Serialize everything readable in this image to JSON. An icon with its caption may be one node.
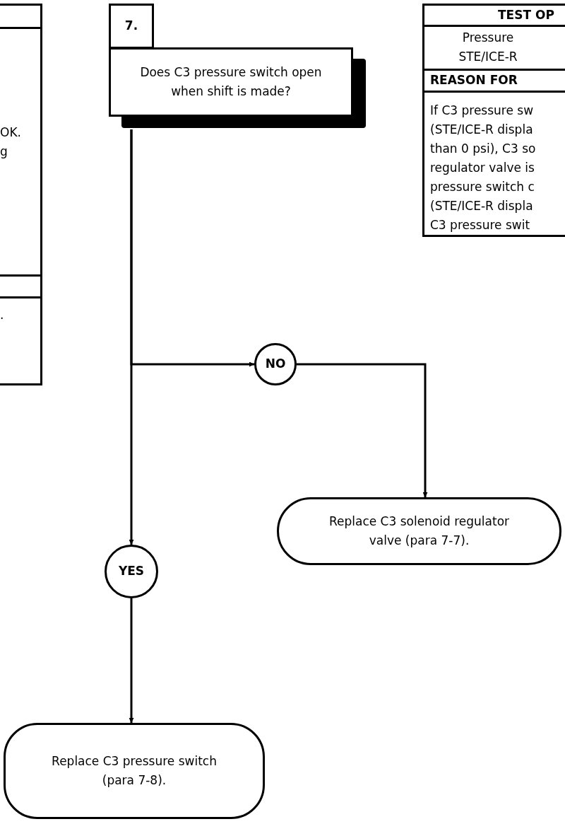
{
  "diagram": {
    "nodes": [
      {
        "text": [
          "OK. g",
          "."
        ]
      },
      {
        "text": [
          "7."
        ]
      },
      {
        "text": [
          "Does C3 pressure switch open when shift is made?"
        ]
      },
      {
        "text": [
          "TEST OP",
          "Pressure STE/ICE-R",
          "REASON FOR",
          "If C3 pressure sw (STE/ICE-R displa than 0 psi), C3 so regulator valve is pressure switch c (STE/ICE-R displa C3 pressure swit"
        ]
      },
      {
        "text": [
          "NO"
        ]
      },
      {
        "text": [
          "YES"
        ]
      },
      {
        "text": [
          "Replace C3 solenoid regulator valve (para 7-7)."
        ]
      },
      {
        "text": [
          "Replace C3 pressure switch (para 7-8)."
        ]
      }
    ],
    "edges": [
      {
        "from": 2,
        "to": 4,
        "arrow": "to"
      },
      {
        "from": 2,
        "to": 5,
        "arrow": "to"
      },
      {
        "from": 4,
        "to": 6,
        "arrow": "to"
      },
      {
        "from": 5,
        "to": 7,
        "arrow": "to"
      }
    ]
  }
}
